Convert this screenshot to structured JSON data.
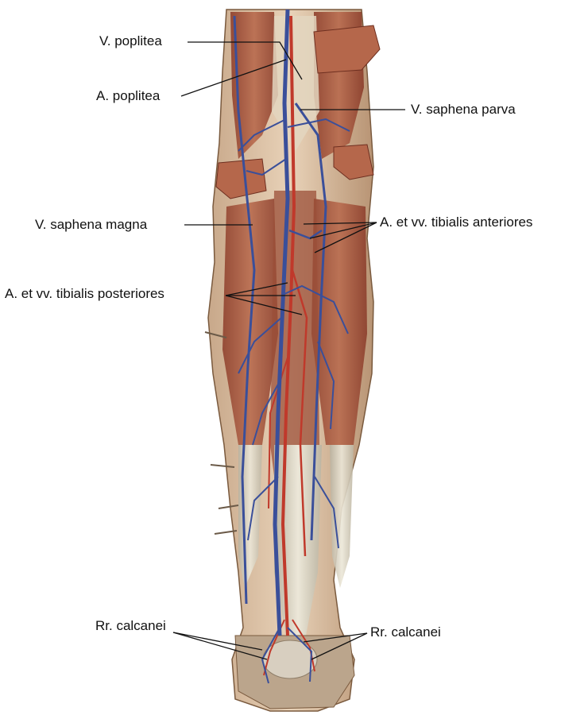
{
  "labels": {
    "v_poplitea": "V. poplitea",
    "a_poplitea": "A. poplitea",
    "v_saphena_parva": "V. saphena parva",
    "v_saphena_magna": "V. saphena magna",
    "tibialis_anteriores": "A. et vv. tibialis anteriores",
    "tibialis_posteriores": "A. et vv. tibialis posteriores",
    "rr_calcanei_left": "Rr. calcanei",
    "rr_calcanei_right": "Rr. calcanei"
  },
  "colors": {
    "vein": "#3a4f9a",
    "artery": "#c0392b",
    "muscle": "#a5553d",
    "tendon": "#d9d4c3",
    "skin": "#e6c9a8",
    "leader": "#111111"
  }
}
